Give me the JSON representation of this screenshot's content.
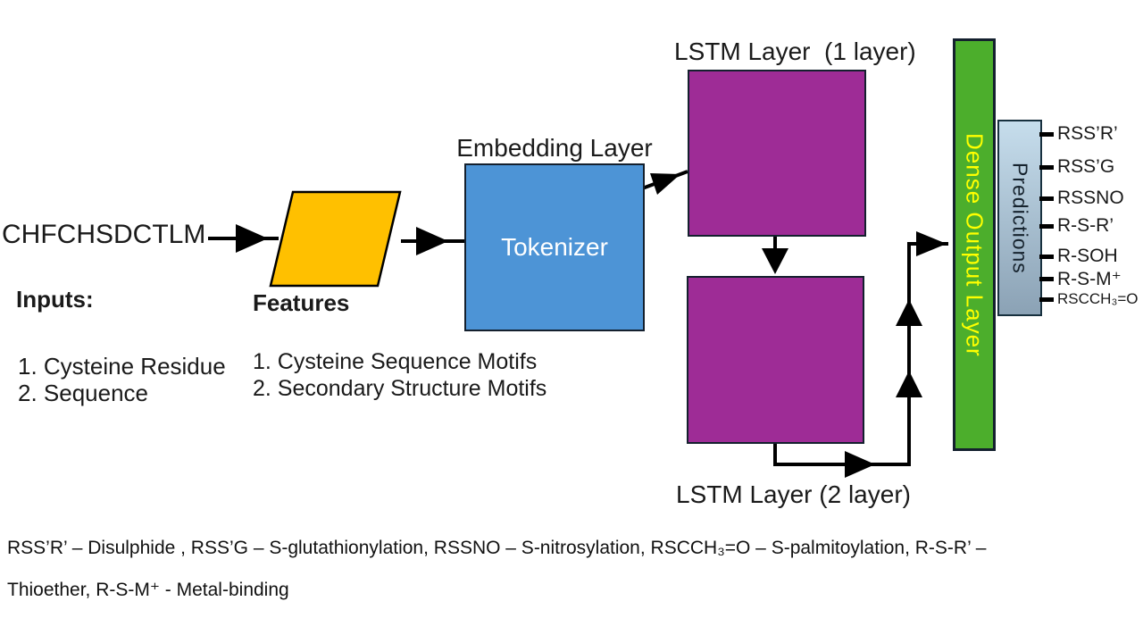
{
  "title": "LSTM model architecture diagram",
  "colors": {
    "features_fill": "#FFC000",
    "embedding_fill": "#4D94D6",
    "lstm_fill": "#9E2C96",
    "dense_fill": "#4CAE2C",
    "dense_text": "#FFFF00",
    "predictions_gradient_top": "#C6DDEC",
    "predictions_gradient_bottom": "#8BA2B5",
    "arrow": "#000000"
  },
  "input": {
    "sequence": "CHFCHSDCTLM"
  },
  "inputs_section": {
    "heading": "Inputs:",
    "items": [
      "1. Cysteine Residue",
      "2. Sequence"
    ]
  },
  "features": {
    "label": "Features",
    "items": [
      "1. Cysteine Sequence Motifs",
      "2. Secondary Structure Motifs"
    ]
  },
  "embedding": {
    "title": "Embedding Layer",
    "box_label": "Tokenizer"
  },
  "lstm": {
    "layer1_title": "LSTM Layer  (1 layer)",
    "layer2_title": "LSTM Layer (2 layer)"
  },
  "dense": {
    "label": "Dense Output Layer"
  },
  "predictions": {
    "label": "Predictions",
    "outputs": [
      "RSS’R’",
      "RSS’G",
      "RSSNO",
      "R-S-R’",
      "R-SOH",
      "R-S-M⁺",
      "RSCCH₃=O"
    ]
  },
  "caption": {
    "line1": "RSS’R’ – Disulphide , RSS’G – S-glutathionylation, RSSNO – S-nitrosylation, RSCCH₃=O – S-palmitoylation, R-S-R’ –",
    "line2": "Thioether, R-S-M⁺ - Metal-binding"
  }
}
